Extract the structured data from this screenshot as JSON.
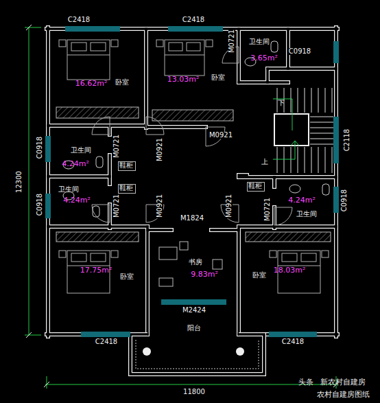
{
  "diagram": {
    "nodes": [
      {
        "text": [
          "16.62m²",
          "卧室"
        ]
      },
      {
        "text": [
          "13.03m²",
          "卧室"
        ]
      },
      {
        "text": [
          "卫生间",
          "3.65m²"
        ]
      },
      {
        "text": [
          "下",
          "上"
        ]
      },
      {
        "text": [
          "卫生间",
          "4.24m²"
        ]
      },
      {
        "text": [
          "鞋柜"
        ]
      },
      {
        "text": [
          "卫生间",
          "4.24m²"
        ]
      },
      {
        "text": [
          "鞋柜"
        ]
      },
      {
        "text": [
          "鞋柜"
        ]
      },
      {
        "text": [
          "4.24m²",
          "卫生间"
        ]
      },
      {
        "text": [
          "17.75m²",
          "卧室"
        ]
      },
      {
        "text": [
          "书房",
          "9.83m²"
        ]
      },
      {
        "text": [
          "18.03m²",
          "卧室"
        ]
      },
      {
        "text": [
          "阳台"
        ]
      }
    ],
    "labels": [
      "C2418",
      "C2418",
      "M0721",
      "C0918",
      "C2118",
      "M0921",
      "C0918",
      "M0721",
      "M0921",
      "C0918",
      "M0721",
      "M0921",
      "M1824",
      "M0921",
      "M0721",
      "C0918",
      "M2424",
      "C2418",
      "C2418",
      "12300",
      "11800",
      "头条",
      "新农村自建房",
      "农村自建房图纸"
    ]
  }
}
